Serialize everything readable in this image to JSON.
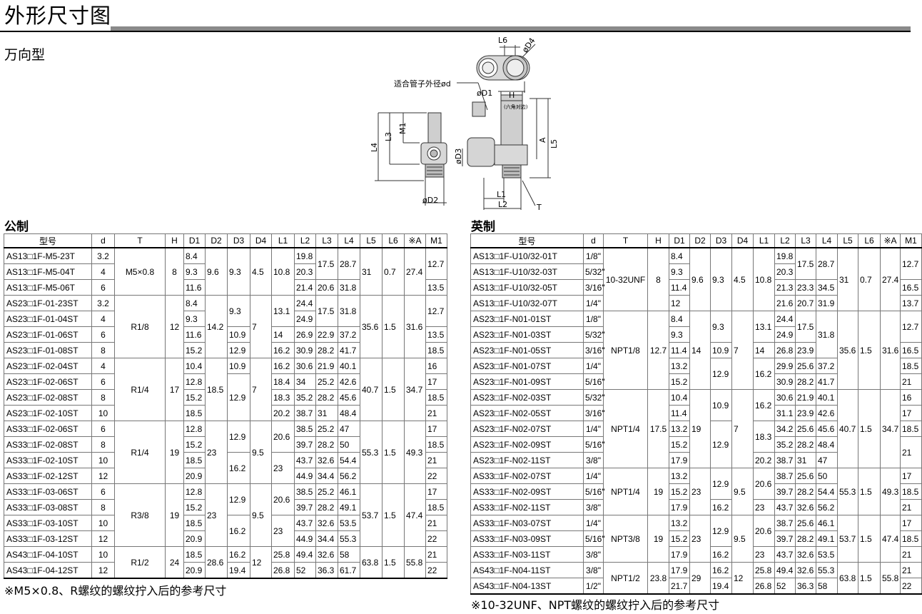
{
  "page": {
    "title": "外形尺寸图",
    "subtitle": "万向型"
  },
  "drawing": {
    "labels": {
      "L6": "L6",
      "phiD4": "øD4",
      "tube_od": "适合管子外径ød",
      "phiD1": "øD1",
      "H": "H",
      "hex": "(六角对边)",
      "M1": "M1",
      "L3": "L3",
      "L4": "L4",
      "phiD3": "øD3",
      "A": "A",
      "L5": "L5",
      "phiD2": "øD2",
      "L1": "L1",
      "L2": "L2",
      "T": "T"
    }
  },
  "metric": {
    "heading": "公制",
    "note": "※M5×0.8、R螺纹的螺纹拧入后的参考尺寸",
    "headers": [
      "型号",
      "d",
      "T",
      "H",
      "D1",
      "D2",
      "D3",
      "D4",
      "L1",
      "L2",
      "L3",
      "L4",
      "L5",
      "L6",
      "※A",
      "M1"
    ],
    "rows": [
      [
        "AS13□1F-M5-23T",
        "3.2",
        "M5×0.8",
        "8",
        "8.4",
        "9.6",
        "9.3",
        "4.5",
        "10.8",
        "19.8",
        "17.5",
        "28.7",
        "31",
        "0.7",
        "27.4",
        "12.7"
      ],
      [
        "AS13□1F-M5-04T",
        "4",
        "",
        "",
        "9.3",
        "",
        "",
        "",
        "",
        "20.3",
        "",
        "",
        "",
        "",
        "",
        ""
      ],
      [
        "AS13□1F-M5-06T",
        "6",
        "",
        "",
        "11.6",
        "",
        "",
        "",
        "",
        "21.4",
        "20.6",
        "31.8",
        "",
        "",
        "",
        "13.5"
      ],
      [
        "AS23□1F-01-23ST",
        "3.2",
        "R1/8",
        "12",
        "8.4",
        "14.2",
        "9.3",
        "7",
        "13.1",
        "24.4",
        "17.5",
        "31.8",
        "35.6",
        "1.5",
        "31.6",
        "12.7"
      ],
      [
        "AS23□1F-01-04ST",
        "4",
        "",
        "",
        "9.3",
        "",
        "",
        "",
        "",
        "24.9",
        "",
        "",
        "",
        "",
        "",
        ""
      ],
      [
        "AS23□1F-01-06ST",
        "6",
        "",
        "",
        "11.6",
        "",
        "10.9",
        "",
        "14",
        "26.9",
        "22.9",
        "37.2",
        "",
        "",
        "",
        "13.5"
      ],
      [
        "AS23□1F-01-08ST",
        "8",
        "",
        "",
        "15.2",
        "",
        "12.9",
        "",
        "16.2",
        "30.9",
        "28.2",
        "41.7",
        "",
        "",
        "",
        "18.5"
      ],
      [
        "AS23□1F-02-04ST",
        "4",
        "R1/4",
        "17",
        "10.4",
        "18.5",
        "10.9",
        "7",
        "16.2",
        "30.6",
        "21.9",
        "40.1",
        "40.7",
        "1.5",
        "34.7",
        "16"
      ],
      [
        "AS23□1F-02-06ST",
        "6",
        "",
        "",
        "12.8",
        "",
        "12.9",
        "",
        "18.4",
        "34",
        "25.2",
        "42.6",
        "",
        "",
        "",
        "17"
      ],
      [
        "AS23□1F-02-08ST",
        "8",
        "",
        "",
        "15.2",
        "",
        "",
        "",
        "18.3",
        "35.2",
        "28.2",
        "45.6",
        "",
        "",
        "",
        "18.5"
      ],
      [
        "AS23□1F-02-10ST",
        "10",
        "",
        "",
        "18.5",
        "",
        "",
        "",
        "20.2",
        "38.7",
        "31",
        "48.4",
        "",
        "",
        "",
        "21"
      ],
      [
        "AS33□1F-02-06ST",
        "6",
        "R1/4",
        "19",
        "12.8",
        "23",
        "12.9",
        "9.5",
        "20.6",
        "38.5",
        "25.2",
        "47",
        "55.3",
        "1.5",
        "49.3",
        "17"
      ],
      [
        "AS33□1F-02-08ST",
        "8",
        "",
        "",
        "15.2",
        "",
        "",
        "",
        "",
        "39.7",
        "28.2",
        "50",
        "",
        "",
        "",
        "18.5"
      ],
      [
        "AS33□1F-02-10ST",
        "10",
        "",
        "",
        "18.5",
        "",
        "16.2",
        "",
        "23",
        "43.7",
        "32.6",
        "54.4",
        "",
        "",
        "",
        "21"
      ],
      [
        "AS33□1F-02-12ST",
        "12",
        "",
        "",
        "20.9",
        "",
        "",
        "",
        "",
        "44.9",
        "34.4",
        "56.2",
        "",
        "",
        "",
        "22"
      ],
      [
        "AS33□1F-03-06ST",
        "6",
        "R3/8",
        "19",
        "12.8",
        "23",
        "12.9",
        "9.5",
        "20.6",
        "38.5",
        "25.2",
        "46.1",
        "53.7",
        "1.5",
        "47.4",
        "17"
      ],
      [
        "AS33□1F-03-08ST",
        "8",
        "",
        "",
        "15.2",
        "",
        "",
        "",
        "",
        "39.7",
        "28.2",
        "49.1",
        "",
        "",
        "",
        "18.5"
      ],
      [
        "AS33□1F-03-10ST",
        "10",
        "",
        "",
        "18.5",
        "",
        "16.2",
        "",
        "23",
        "43.7",
        "32.6",
        "53.5",
        "",
        "",
        "",
        "21"
      ],
      [
        "AS33□1F-03-12ST",
        "12",
        "",
        "",
        "20.9",
        "",
        "",
        "",
        "",
        "44.9",
        "34.4",
        "55.3",
        "",
        "",
        "",
        "22"
      ],
      [
        "AS43□1F-04-10ST",
        "10",
        "R1/2",
        "24",
        "18.5",
        "28.6",
        "16.2",
        "12",
        "25.8",
        "49.4",
        "32.6",
        "58",
        "63.8",
        "1.5",
        "55.8",
        "21"
      ],
      [
        "AS43□1F-04-12ST",
        "12",
        "",
        "",
        "20.9",
        "",
        "19.4",
        "",
        "26.8",
        "52",
        "36.3",
        "61.7",
        "",
        "",
        "",
        "22"
      ]
    ]
  },
  "inch": {
    "heading": "英制",
    "note": "※10-32UNF、NPT螺纹的螺纹拧入后的参考尺寸",
    "headers": [
      "型号",
      "d",
      "T",
      "H",
      "D1",
      "D2",
      "D3",
      "D4",
      "L1",
      "L2",
      "L3",
      "L4",
      "L5",
      "L6",
      "※A",
      "M1"
    ],
    "rows": [
      [
        "AS13□1F-U10/32-01T",
        "1/8\"",
        "10-32UNF",
        "8",
        "8.4",
        "9.6",
        "9.3",
        "4.5",
        "10.8",
        "19.8",
        "17.5",
        "28.7",
        "31",
        "0.7",
        "27.4",
        "12.7"
      ],
      [
        "AS13□1F-U10/32-03T",
        "5/32\"",
        "",
        "",
        "9.3",
        "",
        "",
        "",
        "",
        "20.3",
        "",
        "",
        "",
        "",
        "",
        ""
      ],
      [
        "AS13□1F-U10/32-05T",
        "3/16\"",
        "",
        "",
        "11.4",
        "",
        "",
        "",
        "",
        "21.3",
        "23.3",
        "34.5",
        "",
        "",
        "",
        "16.5"
      ],
      [
        "AS13□1F-U10/32-07T",
        "1/4\"",
        "",
        "",
        "12",
        "",
        "",
        "",
        "",
        "21.6",
        "20.7",
        "31.9",
        "",
        "",
        "",
        "13.7"
      ],
      [
        "AS23□1F-N01-01ST",
        "1/8\"",
        "NPT1/8",
        "12.7",
        "8.4",
        "14",
        "9.3",
        "7",
        "13.1",
        "24.4",
        "17.5",
        "31.8",
        "35.6",
        "1.5",
        "31.6",
        "12.7"
      ],
      [
        "AS23□1F-N01-03ST",
        "5/32\"",
        "",
        "",
        "9.3",
        "",
        "",
        "",
        "",
        "24.9",
        "",
        "",
        "",
        "",
        "",
        ""
      ],
      [
        "AS23□1F-N01-05ST",
        "3/16\"",
        "",
        "",
        "11.4",
        "",
        "10.9",
        "",
        "14",
        "26.8",
        "23.9",
        "",
        "",
        "",
        "",
        "16.5"
      ],
      [
        "AS23□1F-N01-07ST",
        "1/4\"",
        "",
        "",
        "13.2",
        "",
        "12.9",
        "",
        "16.2",
        "29.9",
        "25.6",
        "37.2",
        "",
        "",
        "",
        "18.5"
      ],
      [
        "AS23□1F-N01-09ST",
        "5/16\"",
        "",
        "",
        "15.2",
        "",
        "",
        "",
        "",
        "30.9",
        "28.2",
        "41.7",
        "",
        "",
        "",
        "21"
      ],
      [
        "AS23□1F-N02-03ST",
        "5/32\"",
        "NPT1/4",
        "17.5",
        "10.4",
        "19",
        "10.9",
        "7",
        "16.2",
        "30.6",
        "21.9",
        "40.1",
        "40.7",
        "1.5",
        "34.7",
        "16"
      ],
      [
        "AS23□1F-N02-05ST",
        "3/16\"",
        "",
        "",
        "11.4",
        "",
        "",
        "",
        "",
        "31.1",
        "23.9",
        "42.6",
        "",
        "",
        "",
        "17"
      ],
      [
        "AS23□1F-N02-07ST",
        "1/4\"",
        "",
        "",
        "13.2",
        "",
        "12.9",
        "",
        "18.3",
        "34.2",
        "25.6",
        "45.6",
        "",
        "",
        "",
        "18.5"
      ],
      [
        "AS23□1F-N02-09ST",
        "5/16\"",
        "",
        "",
        "15.2",
        "",
        "",
        "",
        "",
        "35.2",
        "28.2",
        "48.4",
        "",
        "",
        "",
        "21"
      ],
      [
        "AS23□1F-N02-11ST",
        "3/8\"",
        "",
        "",
        "17.9",
        "",
        "",
        "",
        "20.2",
        "38.7",
        "31",
        "47",
        "",
        "",
        "",
        ""
      ],
      [
        "AS33□1F-N02-07ST",
        "1/4\"",
        "NPT1/4",
        "19",
        "13.2",
        "23",
        "12.9",
        "9.5",
        "20.6",
        "38.7",
        "25.6",
        "50",
        "55.3",
        "1.5",
        "49.3",
        "17"
      ],
      [
        "AS33□1F-N02-09ST",
        "5/16\"",
        "",
        "",
        "15.2",
        "",
        "",
        "",
        "",
        "39.7",
        "28.2",
        "54.4",
        "",
        "",
        "",
        "18.5"
      ],
      [
        "AS33□1F-N02-11ST",
        "3/8\"",
        "",
        "",
        "17.9",
        "",
        "16.2",
        "",
        "23",
        "43.7",
        "32.6",
        "56.2",
        "",
        "",
        "",
        "21"
      ],
      [
        "AS33□1F-N03-07ST",
        "1/4\"",
        "NPT3/8",
        "19",
        "13.2",
        "23",
        "12.9",
        "9.5",
        "20.6",
        "38.7",
        "25.6",
        "46.1",
        "53.7",
        "1.5",
        "47.4",
        "17"
      ],
      [
        "AS33□1F-N03-09ST",
        "5/16\"",
        "",
        "",
        "15.2",
        "",
        "",
        "",
        "",
        "39.7",
        "28.2",
        "49.1",
        "",
        "",
        "",
        "18.5"
      ],
      [
        "AS33□1F-N03-11ST",
        "3/8\"",
        "",
        "",
        "17.9",
        "",
        "16.2",
        "",
        "23",
        "43.7",
        "32.6",
        "53.5",
        "",
        "",
        "",
        "21"
      ],
      [
        "AS43□1F-N04-11ST",
        "3/8\"",
        "NPT1/2",
        "23.8",
        "17.9",
        "29",
        "16.2",
        "12",
        "25.8",
        "49.4",
        "32.6",
        "55.3",
        "63.8",
        "1.5",
        "55.8",
        "21"
      ],
      [
        "AS43□1F-N04-13ST",
        "1/2\"",
        "",
        "",
        "21.7",
        "",
        "19.4",
        "",
        "26.8",
        "52",
        "36.3",
        "58",
        "",
        "",
        "",
        "22"
      ]
    ]
  }
}
